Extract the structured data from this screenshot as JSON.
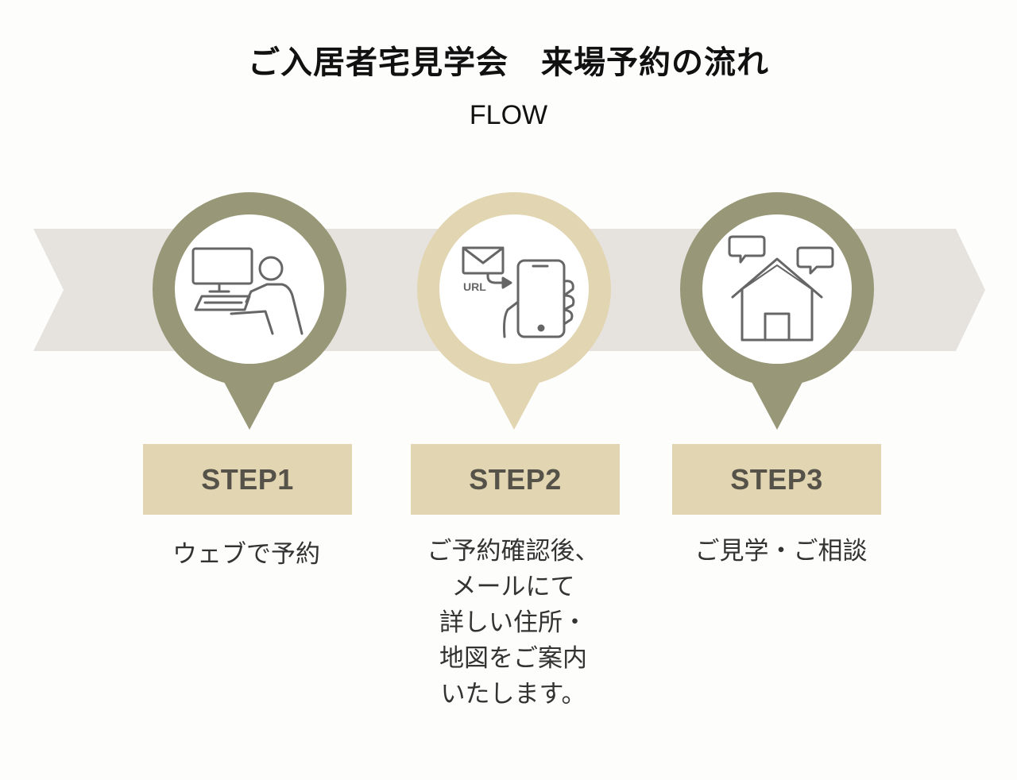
{
  "title": "ご入居者宅見学会　来場予約の流れ",
  "subtitle": "FLOW",
  "colors": {
    "band": "#e6e3df",
    "olive": "#989878",
    "beige": "#e2d5b1",
    "circle_inner": "#ffffff",
    "icon_stroke": "#666666"
  },
  "steps": [
    {
      "label": "STEP1",
      "description": "ウェブで予約",
      "icon": "computer-user-icon",
      "ring_color": "#989878"
    },
    {
      "label": "STEP2",
      "description": "ご予約確認後、\nメールにて\n詳しい住所・\n地図をご案内\nいたします。",
      "icon": "mail-to-phone-icon",
      "icon_text": "URL",
      "ring_color": "#e2d5b1"
    },
    {
      "label": "STEP3",
      "description": "ご見学・ご相談",
      "icon": "house-chat-icon",
      "ring_color": "#989878"
    }
  ]
}
